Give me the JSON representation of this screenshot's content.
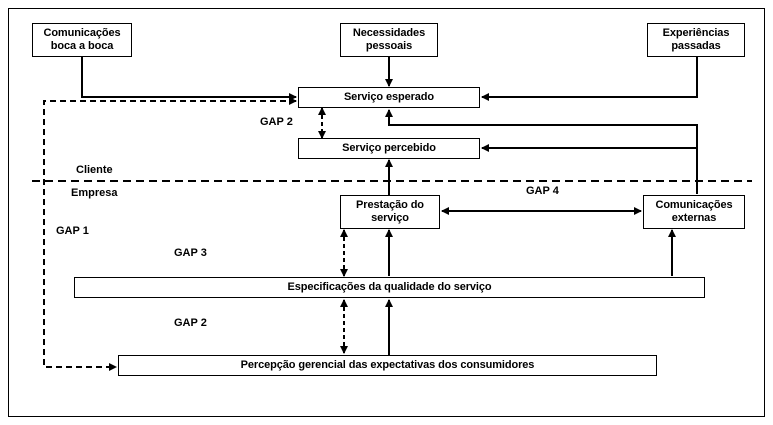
{
  "boxes": {
    "boca_a_boca": [
      "Comunicações",
      "boca a boca"
    ],
    "necessidades": [
      "Necessidades",
      "pessoais"
    ],
    "experiencias": [
      "Experiências",
      "passadas"
    ],
    "servico_esperado": "Serviço esperado",
    "servico_percebido": "Serviço percebido",
    "prestacao": [
      "Prestação do",
      "serviço"
    ],
    "comunicacoes_externas": [
      "Comunicações",
      "externas"
    ],
    "especificacoes": "Especificações da qualidade do serviço",
    "percepcao": "Percepção gerencial das expectativas dos consumidores"
  },
  "labels": {
    "cliente": "Cliente",
    "empresa": "Empresa",
    "gap1": "GAP 1",
    "gap2_top": "GAP 2",
    "gap2_bottom": "GAP 2",
    "gap3": "GAP 3",
    "gap4": "GAP 4"
  }
}
